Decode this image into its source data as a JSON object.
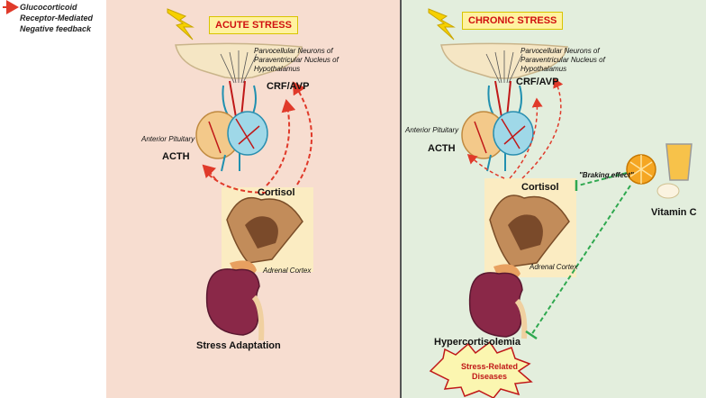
{
  "legend": {
    "label": "Glucocorticoid\nReceptor-Mediated\nNegative feedback",
    "line_color": "#e03a2a"
  },
  "acute": {
    "stress_label": "ACUTE STRESS",
    "hypothalamus_label": "Parvocellular Neurons of\nParaventricular Nucleus of\nHypothalamus",
    "crf_label": "CRF/AVP",
    "pituitary_label": "Anterior Pituitary",
    "acth_label": "ACTH",
    "cortisol_label": "Cortisol",
    "adrenal_label": "Adrenal Cortex",
    "outcome_label": "Stress Adaptation",
    "background": "#f7ddd0"
  },
  "chronic": {
    "stress_label": "CHRONIC STRESS",
    "hypothalamus_label": "Parvocellular Neurons of\nParaventricular Nucleus of\nHypothalamus",
    "crf_label": "CRF/AVP",
    "pituitary_label": "Anterior Pituitary",
    "acth_label": "ACTH",
    "cortisol_label": "Cortisol",
    "adrenal_label": "Adrenal Cortex",
    "outcome_label": "Hypercortisolemia",
    "disease_label": "Stress-Related\nDiseases",
    "braking_label": "\"Braking effect\"",
    "vitamin_label": "Vitamin C",
    "background": "#e3eedd",
    "inhibition_color": "#2fa84f"
  }
}
